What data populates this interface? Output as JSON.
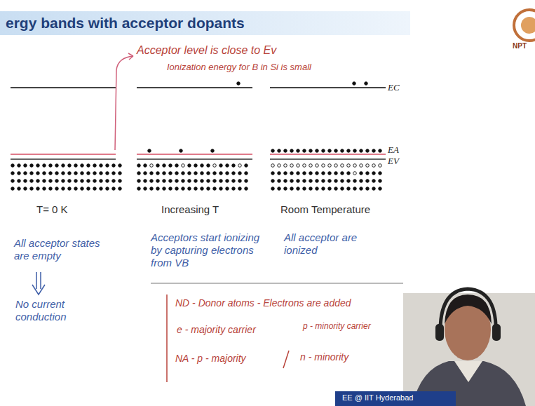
{
  "diagram": {
    "title": "ergy bands with acceptor dopants",
    "labels": [
      "Acceptor level is close to Ev",
      "Ionization energy for B in Si is small",
      "EC",
      "EA",
      "EV",
      "T= 0 K",
      "Increasing T",
      "Room Temperature",
      "All acceptor states are empty",
      "No current conduction",
      "Acceptors start ionizing by capturing electrons from VB",
      "All acceptor are ionized",
      "ND - Donor atoms - Electrons are added",
      "e - majority carrier",
      "p - minority carrier",
      "NA - p - majority",
      "n - minority",
      "EE @ IIT Hyderabad",
      "NPT"
    ]
  }
}
